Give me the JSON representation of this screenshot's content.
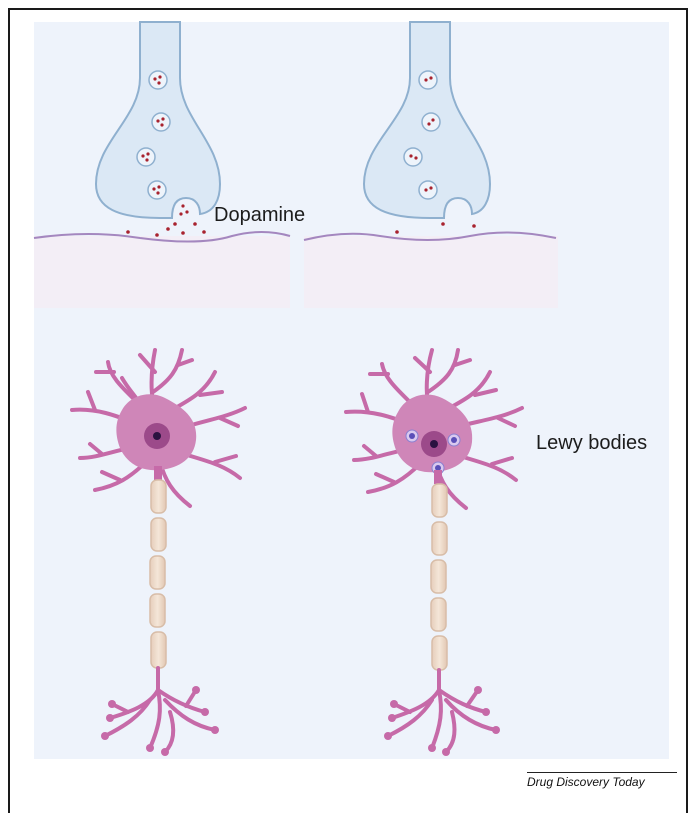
{
  "labels": {
    "neurotransmitter": "Dopamine",
    "inclusions": "Lewy bodies"
  },
  "footer": {
    "source": "Drug Discovery Today"
  },
  "colors": {
    "background_panel": "#eef3fb",
    "terminal_fill": "#dbe8f5",
    "terminal_stroke": "#8fb0cf",
    "membrane": "#a487bf",
    "postsynaptic": "#f3eef6",
    "neuron": "#c66aa8",
    "neuron_body": "#cf86b8",
    "myelin": "#ead5c5",
    "dopamine_dot": "#a8232f",
    "lewy_body": "#5a4fb8"
  }
}
